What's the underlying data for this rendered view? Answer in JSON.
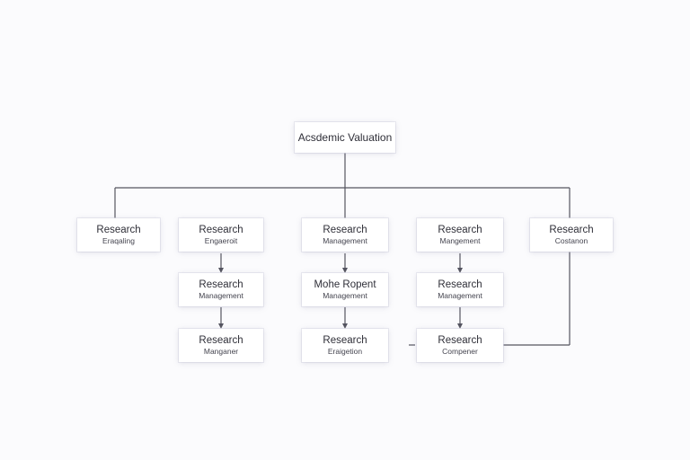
{
  "root": {
    "label": "Acsdemic Valuation"
  },
  "nodes": [
    {
      "line1": "Research",
      "line2": "Eraqaling"
    },
    {
      "line1": "Research",
      "line2": "Engaeroit"
    },
    {
      "line1": "Research",
      "line2": "Management"
    },
    {
      "line1": "Research",
      "line2": "Mangement"
    },
    {
      "line1": "Research",
      "line2": "Costanon"
    },
    {
      "line1": "Research",
      "line2": "Management"
    },
    {
      "line1": "Mohe Ropent",
      "line2": "Management"
    },
    {
      "line1": "Research",
      "line2": "Management"
    },
    {
      "line1": "Research",
      "line2": "Manganer"
    },
    {
      "line1": "Research",
      "line2": "Eraigetion"
    },
    {
      "line1": "Research",
      "line2": "Compener"
    }
  ],
  "colors": {
    "line": "#555560",
    "node_bg": "#ffffff",
    "background": "#fbfbfd"
  }
}
